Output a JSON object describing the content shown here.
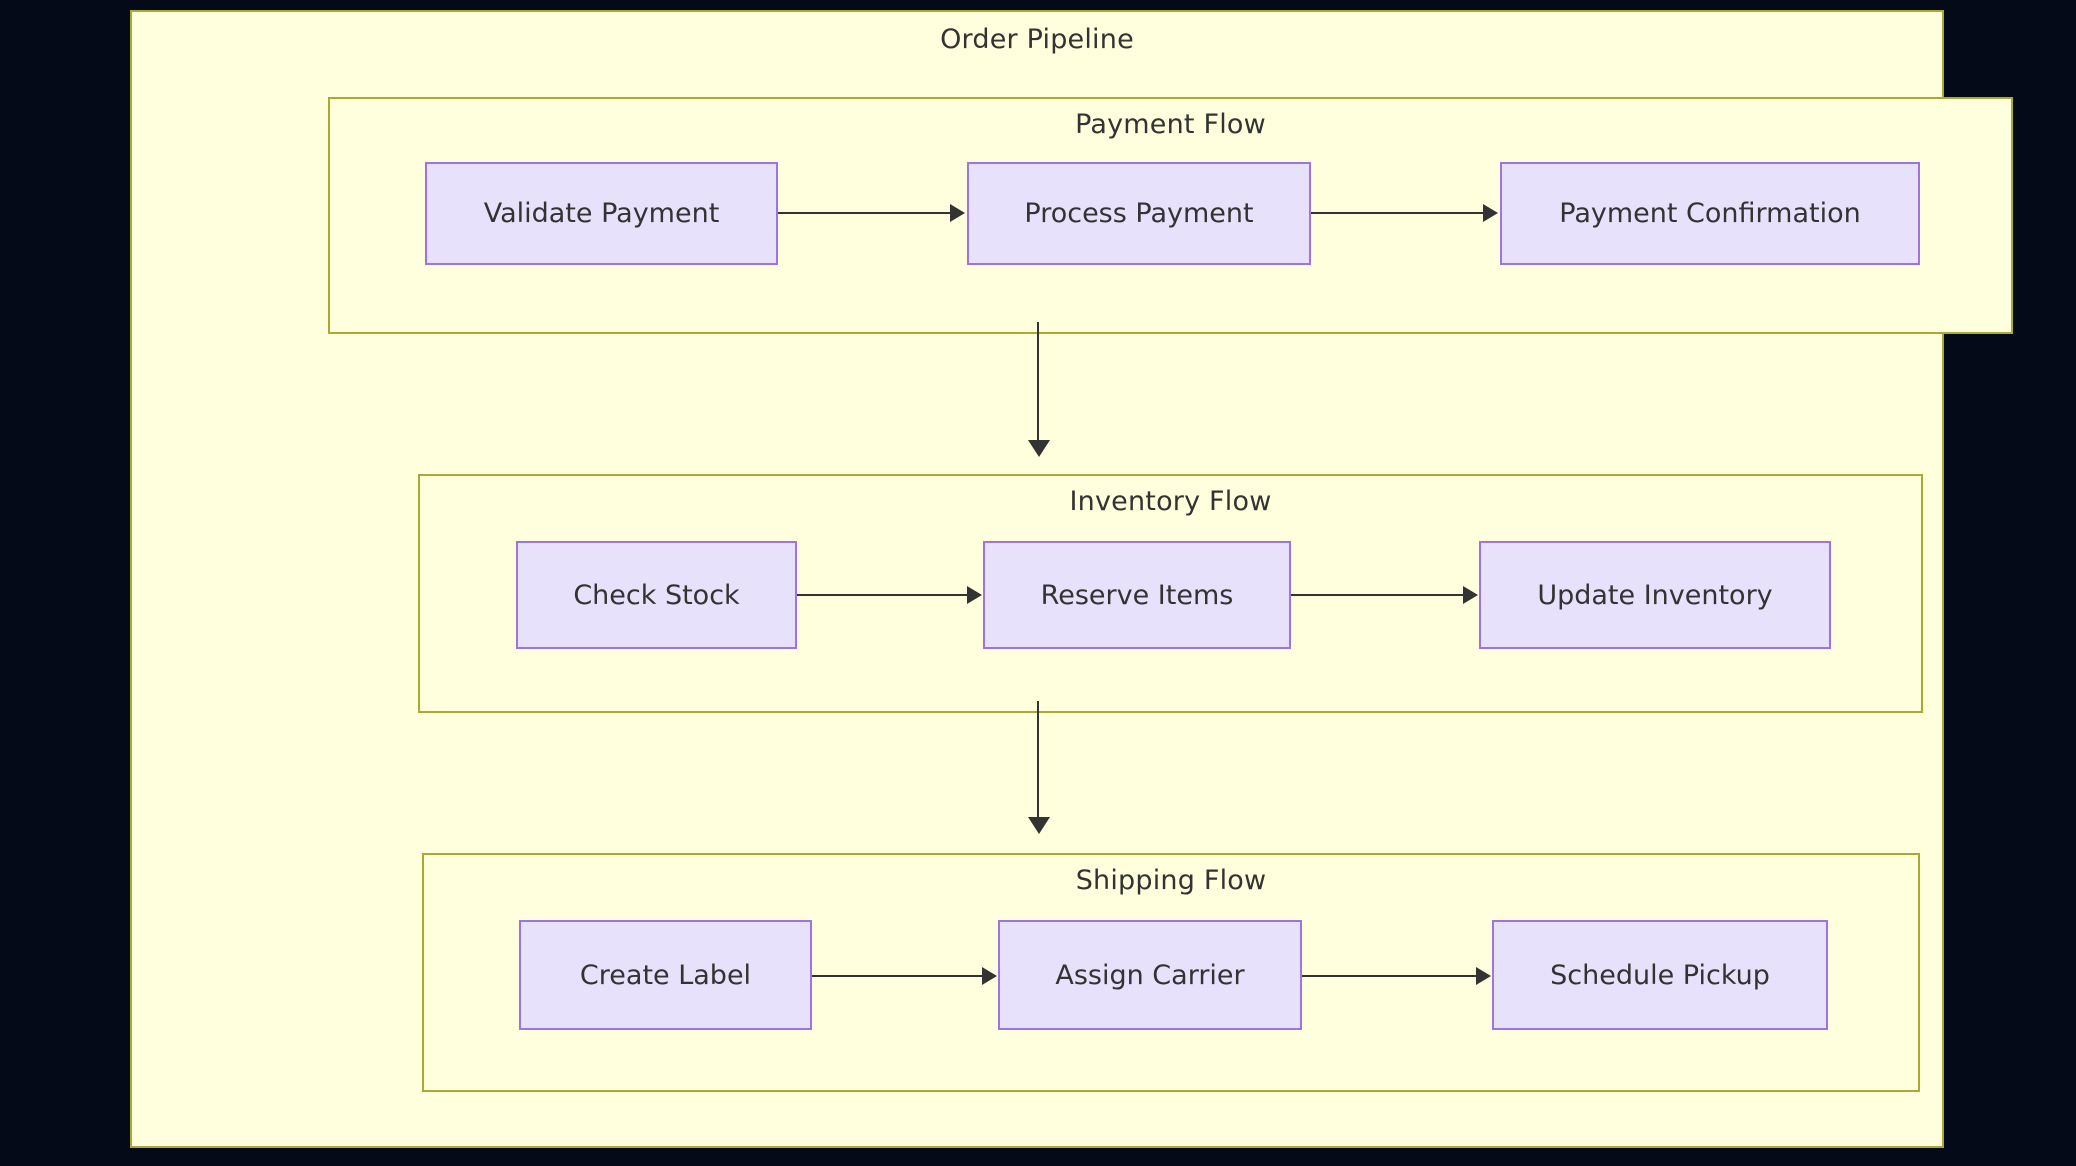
{
  "diagram": {
    "title": "Order Pipeline",
    "background_color": "#050a18",
    "cluster_fill": "#ffffdd",
    "cluster_border": "#aaaa33",
    "node_fill": "#e8e1fc",
    "node_border": "#9f74e0",
    "edge_color": "#333333",
    "text_color": "#333333"
  },
  "clusters": [
    {
      "id": "payment",
      "label": "Payment Flow",
      "nodes": [
        {
          "id": "validate-payment",
          "label": "Validate Payment"
        },
        {
          "id": "process-payment",
          "label": "Process Payment"
        },
        {
          "id": "payment-confirmation",
          "label": "Payment Confirmation"
        }
      ]
    },
    {
      "id": "inventory",
      "label": "Inventory Flow",
      "nodes": [
        {
          "id": "check-stock",
          "label": "Check Stock"
        },
        {
          "id": "reserve-items",
          "label": "Reserve Items"
        },
        {
          "id": "update-inventory",
          "label": "Update Inventory"
        }
      ]
    },
    {
      "id": "shipping",
      "label": "Shipping Flow",
      "nodes": [
        {
          "id": "create-label",
          "label": "Create Label"
        },
        {
          "id": "assign-carrier",
          "label": "Assign Carrier"
        },
        {
          "id": "schedule-pickup",
          "label": "Schedule Pickup"
        }
      ]
    }
  ],
  "edges": [
    {
      "from": "validate-payment",
      "to": "process-payment",
      "direction": "right"
    },
    {
      "from": "process-payment",
      "to": "payment-confirmation",
      "direction": "right"
    },
    {
      "from": "check-stock",
      "to": "reserve-items",
      "direction": "right"
    },
    {
      "from": "reserve-items",
      "to": "update-inventory",
      "direction": "right"
    },
    {
      "from": "create-label",
      "to": "assign-carrier",
      "direction": "right"
    },
    {
      "from": "assign-carrier",
      "to": "schedule-pickup",
      "direction": "right"
    },
    {
      "from": "payment",
      "to": "inventory",
      "direction": "down"
    },
    {
      "from": "inventory",
      "to": "shipping",
      "direction": "down"
    }
  ]
}
